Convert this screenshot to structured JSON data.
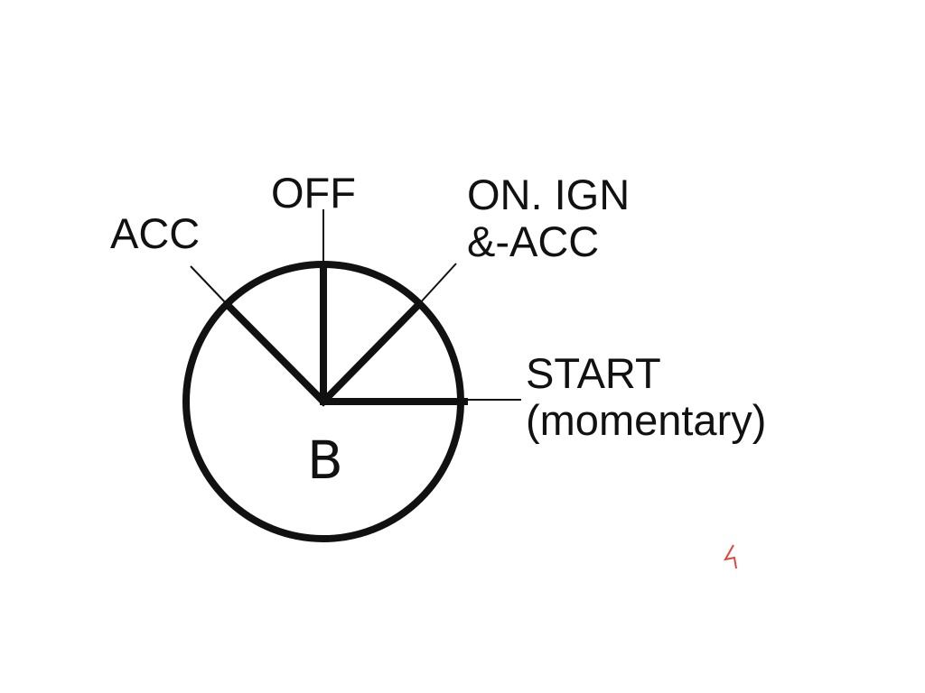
{
  "diagram": {
    "positions": {
      "acc": "ACC",
      "off": "OFF",
      "on_line1": "ON. IGN",
      "on_line2": "&-ACC",
      "start_line1": "START",
      "start_line2": "(momentary)"
    },
    "center_label": "B",
    "colors": {
      "stroke": "#111111",
      "mark": "#e0453a"
    }
  }
}
